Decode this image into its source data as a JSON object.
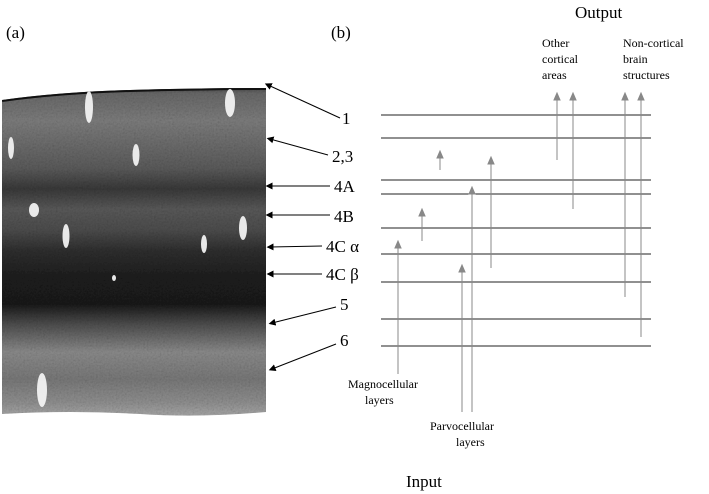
{
  "panel_labels": {
    "a": "(a)",
    "b": "(b)"
  },
  "layer_labels": [
    "1",
    "2,3",
    "4A",
    "4B",
    "4C α",
    "4C β",
    "5",
    "6"
  ],
  "headings": {
    "output": "Output",
    "input": "Input"
  },
  "output_targets": {
    "cortical": [
      "Other",
      "cortical",
      "areas"
    ],
    "noncortical": [
      "Non-cortical",
      "brain",
      "structures"
    ]
  },
  "input_sources": {
    "magnocellular": [
      "Magnocellular",
      "layers"
    ],
    "parvocellular": [
      "Parvocellular",
      "layers"
    ]
  },
  "colors": {
    "line": "#111111",
    "arrow": "#777777",
    "tissue_light": "#8a8a8a",
    "tissue_dark": "#1c1c1c"
  }
}
